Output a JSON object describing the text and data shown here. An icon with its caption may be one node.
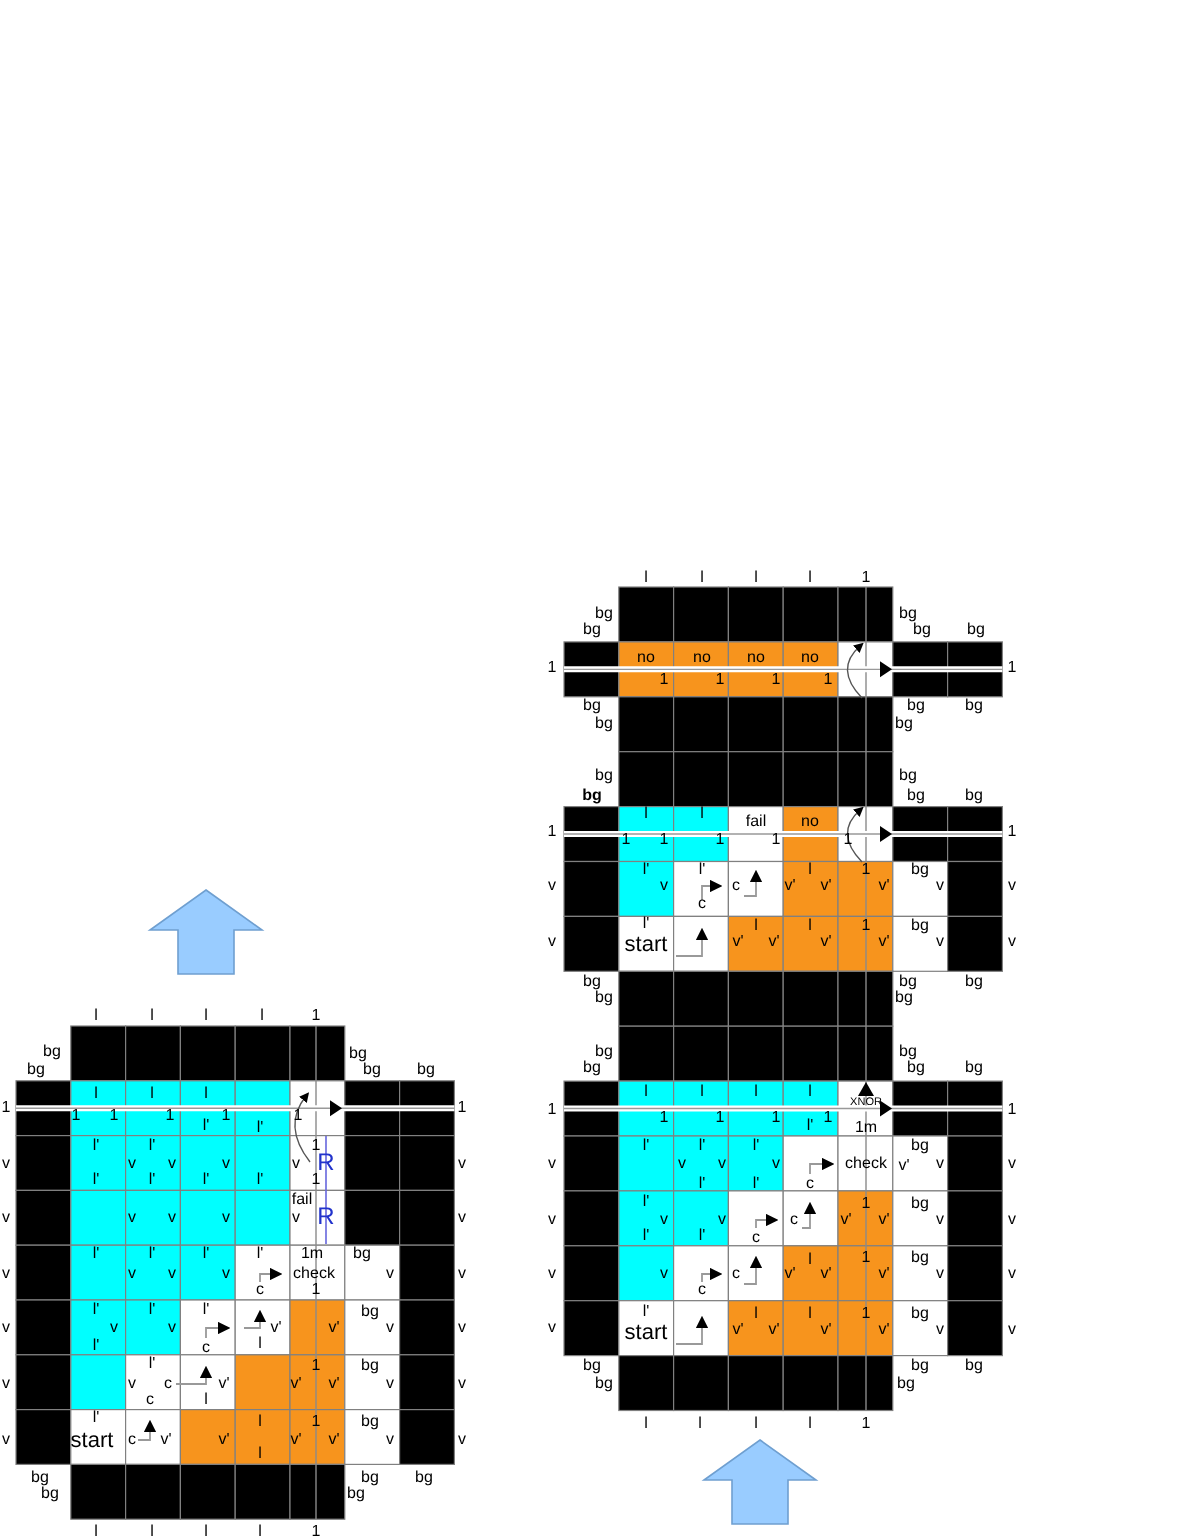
{
  "diagram": {
    "labels": [
      "l",
      "l",
      "l",
      "l",
      "1",
      "bg",
      "bg",
      "bg",
      "bg",
      "bg",
      "1",
      "no",
      "1",
      "no",
      "1",
      "no",
      "1",
      "no",
      "1",
      "1",
      "bg",
      "bg",
      "bg",
      "bg",
      "bg",
      "bg",
      "bg",
      "bg",
      "bg",
      "bg",
      "1",
      "l",
      "1",
      "1",
      "l",
      "1",
      "fail",
      "1",
      "no",
      "1",
      "1",
      "v",
      "l'",
      "v",
      "l'",
      "c",
      "c",
      "l",
      "v'",
      "v'",
      "1",
      "v'",
      "bg",
      "v",
      "v",
      "v",
      "l'",
      "start",
      "l",
      "v'",
      "v'",
      "l",
      "v'",
      "1",
      "v'",
      "bg",
      "v",
      "v",
      "bg",
      "bg",
      "bg",
      "bg",
      "bg",
      "bg",
      "bg",
      "bg",
      "bg",
      "bg",
      "1",
      "l",
      "1",
      "l",
      "1",
      "l",
      "1",
      "l",
      "1",
      "l'",
      "XNOR",
      "1m",
      "1",
      "v",
      "l'",
      "l'",
      "v",
      "v",
      "l'",
      "l'",
      "v",
      "l'",
      "c",
      "check",
      "v'",
      "bg",
      "v",
      "v",
      "v",
      "l'",
      "v",
      "l'",
      "v",
      "l'",
      "c",
      "c",
      "1",
      "v'",
      "v'",
      "bg",
      "v",
      "v",
      "v",
      "v",
      "c",
      "c",
      "l",
      "v'",
      "v'",
      "1",
      "v'",
      "bg",
      "v",
      "v",
      "v",
      "l'",
      "start",
      "l",
      "v'",
      "v'",
      "l",
      "v'",
      "1",
      "v'",
      "bg",
      "v",
      "v",
      "bg",
      "bg",
      "bg",
      "bg",
      "bg",
      "l",
      "l",
      "l",
      "l",
      "1",
      "l",
      "l",
      "l",
      "l",
      "1",
      "bg",
      "bg",
      "bg",
      "bg",
      "bg",
      "1",
      "l",
      "1",
      "1",
      "l",
      "1",
      "l",
      "1",
      "l'",
      "l'",
      "1",
      "1",
      "v",
      "l'",
      "l'",
      "l'",
      "v",
      "v",
      "l'",
      "v",
      "l'",
      "l'",
      "1",
      "v",
      "R",
      "1",
      "v",
      "v",
      "v",
      "v",
      "v",
      "fail",
      "v",
      "R",
      "v",
      "v",
      "l'",
      "l'",
      "v",
      "v",
      "l'",
      "v",
      "l'",
      "1m",
      "check",
      "c",
      "1",
      "bg",
      "v",
      "v",
      "v",
      "l'",
      "v",
      "l'",
      "l'",
      "v",
      "l'",
      "c",
      "l",
      "v'",
      "v'",
      "bg",
      "v",
      "v",
      "v",
      "l'",
      "v",
      "c",
      "c",
      "v'",
      "l",
      "1",
      "v'",
      "v'",
      "bg",
      "v",
      "v",
      "v",
      "l'",
      "start",
      "c",
      "v'",
      "v'",
      "l",
      "l",
      "1",
      "v'",
      "v'",
      "bg",
      "v",
      "v",
      "bg",
      "bg",
      "bg",
      "bg",
      "bg",
      "l",
      "l",
      "l",
      "l",
      "1"
    ]
  }
}
